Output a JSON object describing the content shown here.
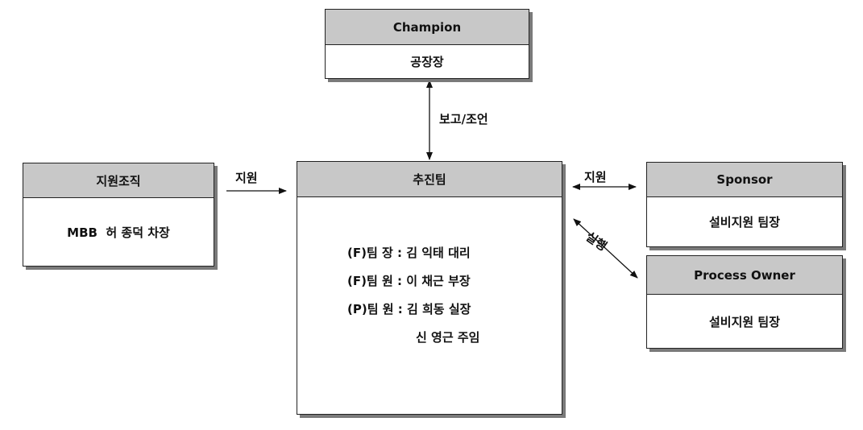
{
  "champion": {
    "title": "Champion",
    "body": "공장장"
  },
  "support_org": {
    "title": "지원조직",
    "body": "MBB  허 종덕 차장"
  },
  "team": {
    "title": "추진팀",
    "members": [
      "(F)팀 장 : 김 익태 대리",
      "(F)팀 원 : 이 채근 부장",
      "(P)팀 원 : 김 희동 실장",
      "신 영근 주임"
    ]
  },
  "sponsor": {
    "title": "Sponsor",
    "body": "설비지원 팀장"
  },
  "process_owner": {
    "title": "Process Owner",
    "body": "설비지원 팀장"
  },
  "connectors": {
    "report": "보고/조언",
    "support_left": "지원",
    "support_right": "지원",
    "execute": "실행"
  }
}
